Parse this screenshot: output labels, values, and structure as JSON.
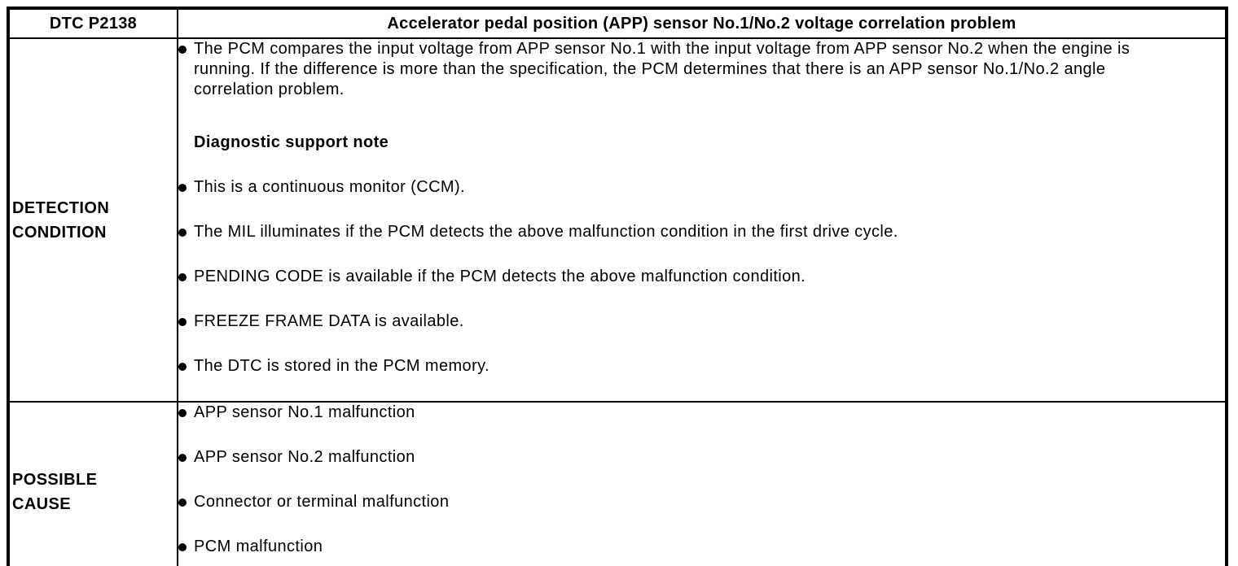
{
  "document": {
    "header": {
      "code": "DTC P2138",
      "title": "Accelerator pedal position (APP) sensor No.1/No.2 voltage correlation problem"
    },
    "detection": {
      "label": "DETECTION CONDITION",
      "items": [
        {
          "type": "bullet",
          "text": "The PCM compares the input voltage from APP sensor No.1 with the input voltage from APP sensor No.2 when the engine is running. If the difference is more than the specification, the PCM determines that there is an APP sensor No.1/No.2 angle correlation problem."
        },
        {
          "type": "heading",
          "text": "Diagnostic support note"
        },
        {
          "type": "bullet",
          "text": "This is a continuous monitor (CCM)."
        },
        {
          "type": "bullet",
          "text": "The MIL illuminates if the PCM detects the above malfunction condition in the first drive cycle."
        },
        {
          "type": "bullet",
          "text": "PENDING CODE is available if the PCM detects the above malfunction condition."
        },
        {
          "type": "bullet",
          "text": "FREEZE FRAME DATA is available."
        },
        {
          "type": "bullet",
          "text": "The DTC is stored in the PCM memory."
        }
      ]
    },
    "possible_cause": {
      "label": "POSSIBLE CAUSE",
      "items": [
        "APP sensor No.1 malfunction",
        "APP sensor No.2 malfunction",
        "Connector or terminal malfunction",
        "PCM malfunction"
      ]
    },
    "colors": {
      "border": "#000000",
      "text": "#000000",
      "background": "#ffffff"
    }
  }
}
